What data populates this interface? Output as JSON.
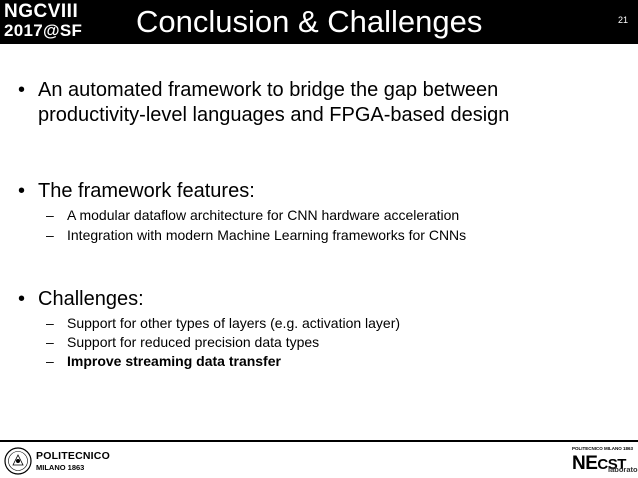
{
  "header": {
    "logo_line1": "NGCVIII",
    "logo_line2": "2017@SF",
    "title": "Conclusion & Challenges",
    "slide_number": "21"
  },
  "bullets": [
    {
      "marker": "•",
      "lines": [
        "An automated framework to bridge the gap between",
        "productivity-level languages and FPGA-based design"
      ],
      "subitems": []
    },
    {
      "marker": "•",
      "lines": [
        "The framework features:"
      ],
      "subitems": [
        {
          "marker": "–",
          "text": "A modular dataflow architecture for CNN hardware acceleration",
          "bold": false
        },
        {
          "marker": "–",
          "text": "Integration with modern Machine Learning frameworks for CNNs",
          "bold": false
        }
      ]
    },
    {
      "marker": "•",
      "lines": [
        "Challenges:"
      ],
      "subitems": [
        {
          "marker": "–",
          "text": "Support for other types of layers (e.g. activation layer)",
          "bold": false
        },
        {
          "marker": "–",
          "text": "Support for reduced precision data types",
          "bold": false
        },
        {
          "marker": "–",
          "text": "Improve streaming data transfer",
          "bold": true
        }
      ]
    }
  ],
  "footer": {
    "left_logo_name": "POLITECNICO",
    "left_logo_sub": "MILANO 1863",
    "right_logo_top": "POLITECNICO MILANO 1863",
    "right_logo_ne": "NE",
    "right_logo_cst": "CST",
    "right_logo_lab": "laboratory"
  }
}
